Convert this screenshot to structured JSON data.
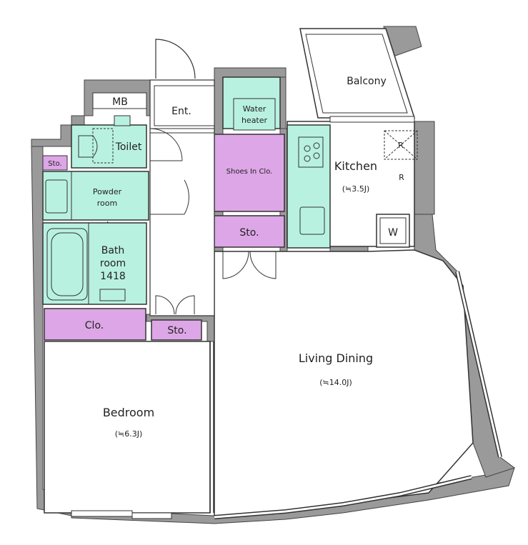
{
  "colors": {
    "wall": "#9a9a9a",
    "wet_area": "#b9f1e1",
    "storage": "#dda6e6",
    "line": "#333333",
    "floor": "#ffffff"
  },
  "rooms": {
    "balcony": "Balcony",
    "mb": "MB",
    "entrance": "Ent.",
    "water_heater": [
      "Water",
      "heater"
    ],
    "toilet": "Toilet",
    "sto_small": "Sto.",
    "shoes_closet": "Shoes In Clo.",
    "kitchen": "Kitchen",
    "kitchen_area": "(≒3.5J)",
    "fridge": "R",
    "fridge_box": "R",
    "powder_room": [
      "Powder",
      "room"
    ],
    "storage_hall": "Sto.",
    "bathroom": [
      "Bath",
      "room",
      "1418"
    ],
    "washer": "W",
    "closet": "Clo.",
    "storage_bed": "Sto.",
    "living_dining": "Living Dining",
    "living_area": "(≒14.0J)",
    "bedroom": "Bedroom",
    "bedroom_area": "(≒6.3J)"
  }
}
